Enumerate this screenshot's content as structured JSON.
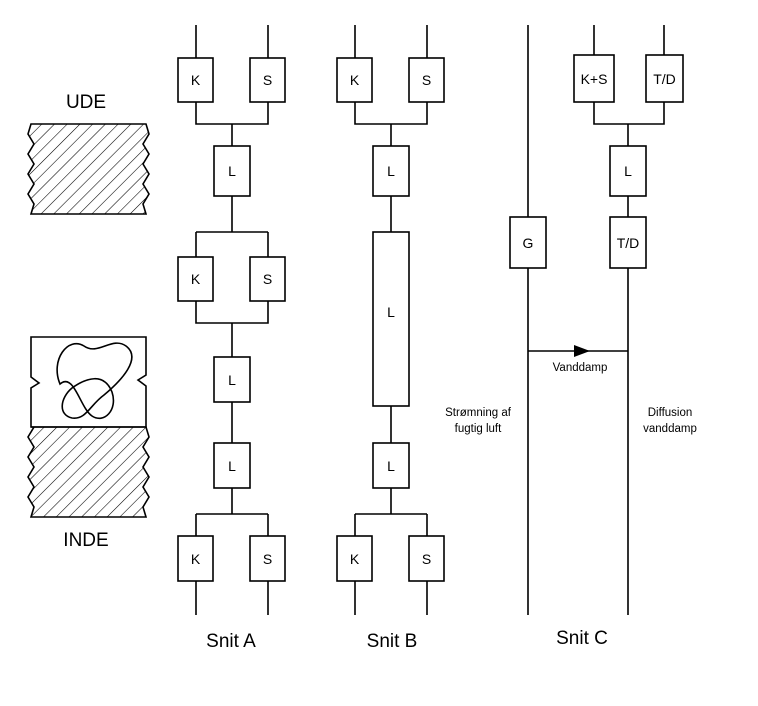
{
  "sides": {
    "outside": "UDE",
    "inside": "INDE"
  },
  "sections": {
    "a": {
      "title": "Snit A",
      "top": [
        "K",
        "S"
      ],
      "l1": "L",
      "middle": [
        "K",
        "S"
      ],
      "l2": "L",
      "l3": "L",
      "bottom": [
        "K",
        "S"
      ]
    },
    "b": {
      "title": "Snit B",
      "top": [
        "K",
        "S"
      ],
      "l1": "L",
      "l_long": "L",
      "l2": "L",
      "bottom": [
        "K",
        "S"
      ]
    },
    "c": {
      "title": "Snit C",
      "top": [
        "K+S",
        "T/D"
      ],
      "g": "G",
      "l": "L",
      "td": "T/D"
    }
  },
  "annotations": {
    "flow": [
      "Strømning af",
      "fugtig luft"
    ],
    "vapor": "Vanddamp",
    "diffusion": [
      "Diffusion",
      "vanddamp"
    ]
  },
  "colors": {
    "line": "#000000",
    "background": "#ffffff"
  }
}
